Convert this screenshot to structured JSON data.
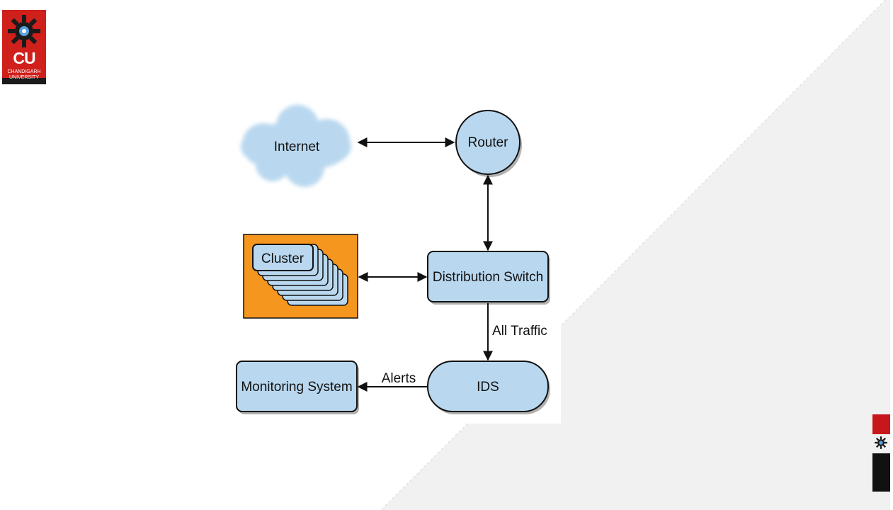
{
  "logo": {
    "abbr": "CU",
    "line1": "CHANDIGARH",
    "line2": "UNIVERSITY"
  },
  "diagram": {
    "nodes": {
      "internet": "Internet",
      "router": "Router",
      "cluster": "Cluster",
      "distribution_switch": "Distribution Switch",
      "ids": "IDS",
      "monitoring_system": "Monitoring System"
    },
    "edges": {
      "switch_to_ids": "All Traffic",
      "ids_to_monitoring": "Alerts"
    },
    "colors": {
      "node_fill": "#b9d8ef",
      "cluster_background": "#f5961f",
      "stroke": "#111111"
    }
  }
}
